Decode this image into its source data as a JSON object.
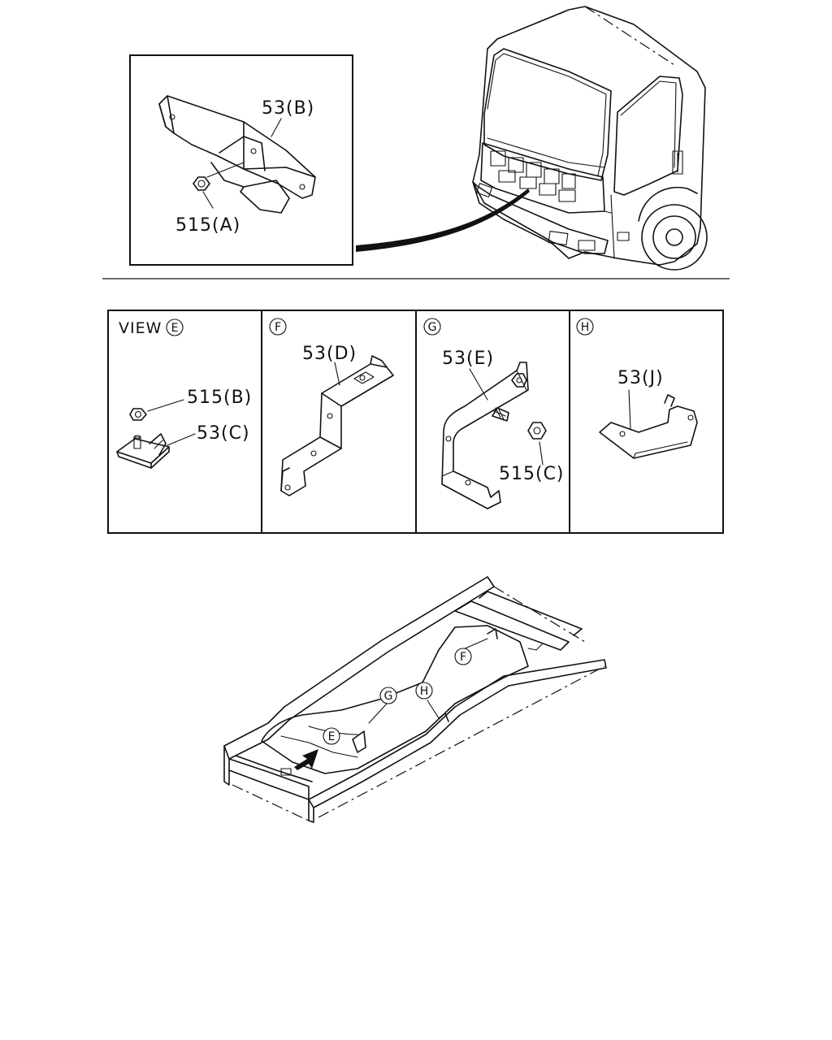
{
  "detail_top": {
    "labels": {
      "bracket_b": "53(B)",
      "nut_a": "515(A)"
    }
  },
  "panels": [
    {
      "view_prefix": "VIEW",
      "view_letter": "E",
      "labels": {
        "nut_b": "515(B)",
        "bracket_c": "53(C)"
      }
    },
    {
      "view_letter": "F",
      "labels": {
        "bracket_d": "53(D)"
      }
    },
    {
      "view_letter": "G",
      "labels": {
        "bracket_e": "53(E)",
        "nut_c": "515(C)"
      }
    },
    {
      "view_letter": "H",
      "labels": {
        "bracket_j": "53(J)"
      }
    }
  ],
  "frame_callouts": {
    "e": "E",
    "f": "F",
    "g": "G",
    "h": "H"
  },
  "colors": {
    "ink": "#111111",
    "paper": "#ffffff"
  }
}
